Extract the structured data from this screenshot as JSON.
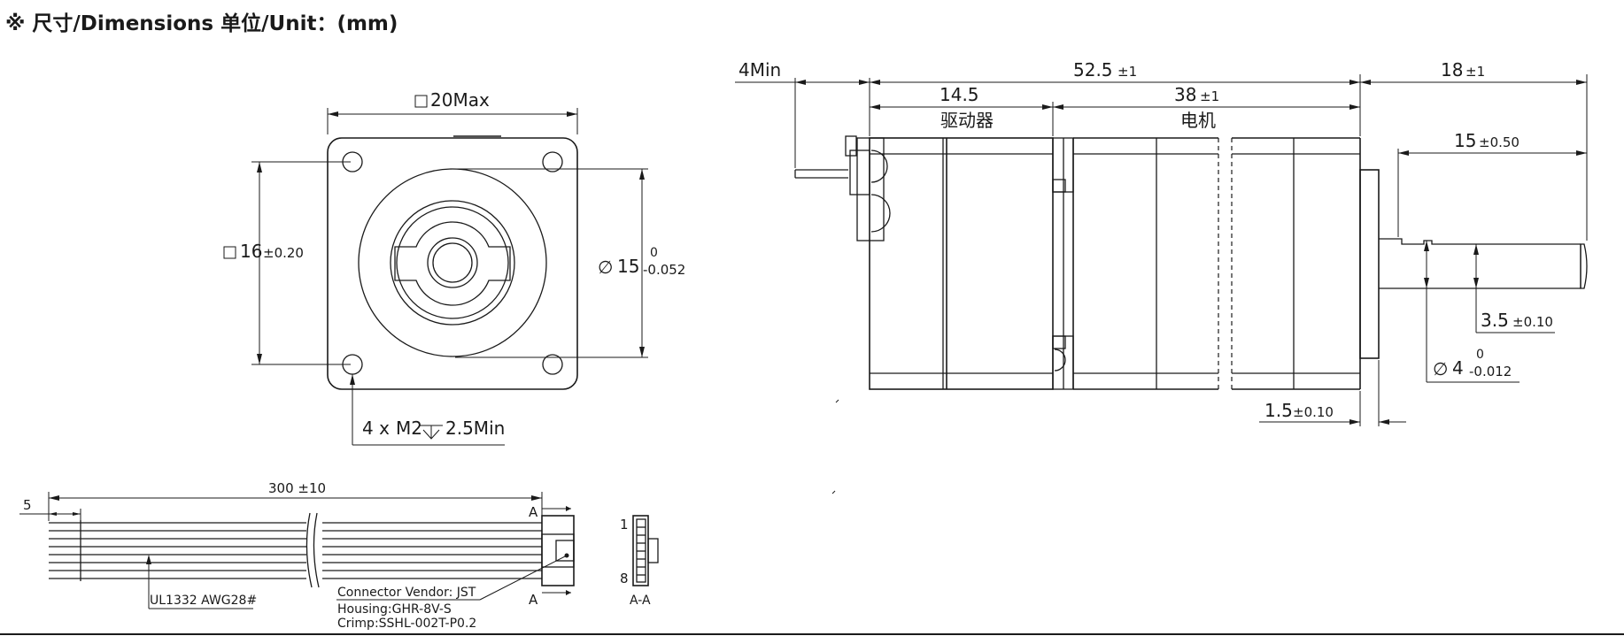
{
  "title": "※ 尺寸/Dimensions  单位/Unit：(mm)",
  "front_view": {
    "outer_square": "20Max",
    "hole_spacing": "16",
    "hole_spacing_tol": "±0.20",
    "pilot_symbol": "∅",
    "pilot_diameter": "15",
    "pilot_tol_upper": "0",
    "pilot_tol_lower": "-0.052",
    "holes_count": "4 x",
    "holes_thread": "M2",
    "holes_depth_symbol": "▽",
    "holes_depth": "2.5Min"
  },
  "side_view": {
    "min_4": "4Min",
    "total_length": "52.5",
    "total_tol": "±1",
    "driver_length": "14.5",
    "driver_label": "驱动器",
    "motor_length": "38",
    "motor_tol": "±1",
    "motor_label": "电机",
    "shaft_length": "18",
    "shaft_tol": "±1",
    "shaft_usable": "15",
    "shaft_usable_tol": "±0.50",
    "flat_depth": "3.5",
    "flat_tol": "±0.10",
    "shaft_diameter_symbol": "∅",
    "shaft_diameter": "4",
    "shaft_tol_upper": "0",
    "shaft_tol_lower": "-0.012",
    "boss_length": "1.5",
    "boss_tol": "±0.10"
  },
  "cable_view": {
    "strip_length": "5",
    "cable_length": "300 ±10",
    "cable_spec": "UL1332 AWG28#",
    "section_mark": "A",
    "connector_vendor": "Connector Vendor: JST",
    "housing": "Housing:GHR-8V-S",
    "crimp": "Crimp:SSHL-002T-P0.2",
    "pin_first": "1",
    "pin_last": "8",
    "section_label": "A-A"
  }
}
